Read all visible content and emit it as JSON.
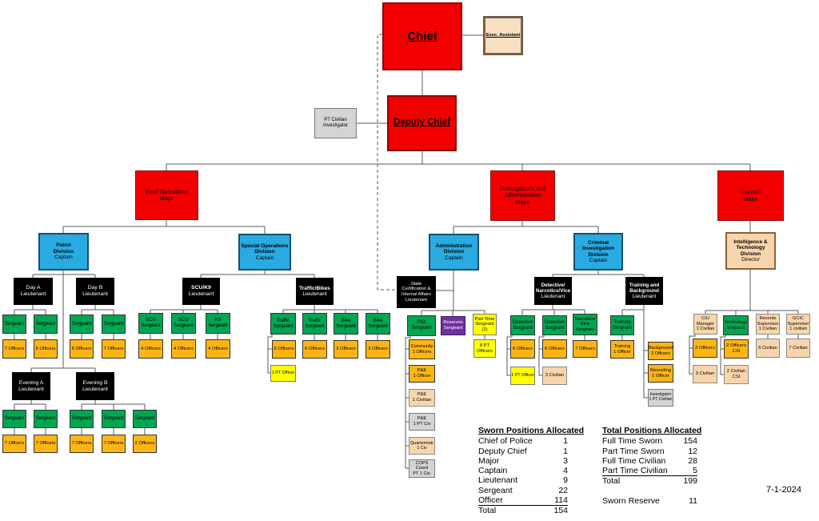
{
  "palette": {
    "red": "#F20000",
    "redBorder": "#8B0000",
    "blue": "#29ABE2",
    "blueBorder": "#15506F",
    "green": "#00A651",
    "gold": "#FCB514",
    "yellow": "#FFFF00",
    "purple": "#7030A0",
    "peach": "#F8D5AD",
    "gray": "#D4D4D4",
    "tan": "#FAE0C3",
    "tanBorder": "#8C6239",
    "line": "#595959"
  },
  "date": "7-1-2024",
  "nodes": [
    {
      "id": "chief",
      "style": "red-big",
      "lines": [
        "Chief"
      ],
      "b": 1,
      "u": 1
    },
    {
      "id": "execAsst",
      "style": "exec",
      "lines": [
        "Exec. Assistant"
      ],
      "b": 1,
      "u": 1
    },
    {
      "id": "deputy",
      "style": "red-big",
      "lines": [
        "Deputy Chief"
      ],
      "b": 1,
      "u": 1
    },
    {
      "id": "ptCivInv",
      "style": "gray",
      "lines": [
        "PT Civilian",
        "Investigator"
      ]
    },
    {
      "id": "fieldOpsMajor",
      "style": "red",
      "lines": [
        "Field Operations",
        "Major"
      ]
    },
    {
      "id": "invAdminMajor",
      "style": "red",
      "lines": [
        "Investigations and",
        "Administration",
        "Major"
      ]
    },
    {
      "id": "supportMajor",
      "style": "red",
      "lines": [
        "Support",
        "Major"
      ]
    },
    {
      "id": "patrolCapt",
      "style": "blue",
      "lines": [
        "Patrol",
        "Division",
        "Captain"
      ],
      "b": 2
    },
    {
      "id": "specOpsCapt",
      "style": "blue",
      "lines": [
        "Special Operations",
        "Division",
        "Captain"
      ],
      "b": 2
    },
    {
      "id": "adminCapt",
      "style": "blue",
      "lines": [
        "Administration",
        "Division",
        "Captain"
      ],
      "b": 2
    },
    {
      "id": "cidCapt",
      "style": "blue",
      "lines": [
        "Criminal",
        "Investigation",
        "Division",
        "Captain"
      ],
      "b": 3
    },
    {
      "id": "intelDir",
      "style": "peach-bold",
      "lines": [
        "Intelligence &",
        "Technology",
        "Division",
        "Director"
      ],
      "b": 3
    },
    {
      "id": "dayALt",
      "style": "black",
      "lines": [
        "Day A",
        "Lieutenant"
      ]
    },
    {
      "id": "dayBLt",
      "style": "black",
      "lines": [
        "Day B",
        "Lieutenant"
      ]
    },
    {
      "id": "scuK9Lt",
      "style": "black",
      "lines": [
        "SCU/K9",
        "Lieutenant"
      ],
      "b": 1
    },
    {
      "id": "trafficLt",
      "style": "black",
      "lines": [
        "Traffic/Bikes",
        "Lieutenant"
      ],
      "b": 1
    },
    {
      "id": "stateCertLt",
      "style": "black",
      "lines": [
        "State",
        "Certification &",
        "Internal Affairs",
        "Lieutenant"
      ]
    },
    {
      "id": "detNarcLt",
      "style": "black",
      "lines": [
        "Detective/",
        "Narcotics/Vice",
        "Lieutenant"
      ],
      "b": 2
    },
    {
      "id": "trainBgLt",
      "style": "black",
      "lines": [
        "Training and",
        "Background",
        "Lieutenant"
      ],
      "b": 2
    },
    {
      "id": "eveALt",
      "style": "black",
      "lines": [
        "Evening A",
        "Lieutenant"
      ]
    },
    {
      "id": "eveBLt",
      "style": "black",
      "lines": [
        "Evening B",
        "Lieutenant"
      ]
    },
    {
      "id": "sgtDA1",
      "style": "green",
      "lines": [
        "Sergeant"
      ]
    },
    {
      "id": "sgtDA2",
      "style": "green",
      "lines": [
        "Sergeant"
      ]
    },
    {
      "id": "sgtDB1",
      "style": "green",
      "lines": [
        "Sergeant"
      ]
    },
    {
      "id": "sgtDB2",
      "style": "green",
      "lines": [
        "Sergeant"
      ]
    },
    {
      "id": "offDA1",
      "style": "gold",
      "lines": [
        "7 Officers"
      ]
    },
    {
      "id": "offDA2",
      "style": "gold",
      "lines": [
        "6 Officers"
      ]
    },
    {
      "id": "offDB1",
      "style": "gold",
      "lines": [
        "6 Officers"
      ]
    },
    {
      "id": "offDB2",
      "style": "gold",
      "lines": [
        "7 Officers"
      ]
    },
    {
      "id": "sgtEA1",
      "style": "green",
      "lines": [
        "Sergeant"
      ]
    },
    {
      "id": "sgtEA2",
      "style": "green",
      "lines": [
        "Sergeant"
      ]
    },
    {
      "id": "sgtEB1",
      "style": "green",
      "lines": [
        "Sergeant"
      ]
    },
    {
      "id": "sgtEB2",
      "style": "green",
      "lines": [
        "Sergeant"
      ]
    },
    {
      "id": "sgtEB3",
      "style": "green",
      "lines": [
        "Sergeant"
      ]
    },
    {
      "id": "offEA1",
      "style": "gold",
      "lines": [
        "7 Officers"
      ]
    },
    {
      "id": "offEA2",
      "style": "gold",
      "lines": [
        "7 Officers"
      ]
    },
    {
      "id": "offEB1",
      "style": "gold",
      "lines": [
        "7 Officers"
      ]
    },
    {
      "id": "offEB2",
      "style": "gold",
      "lines": [
        "7 Officers"
      ]
    },
    {
      "id": "offEB3",
      "style": "gold",
      "lines": [
        "2 Officers"
      ]
    },
    {
      "id": "scuSgt1",
      "style": "green",
      "lines": [
        "SCU",
        "Sergeant"
      ]
    },
    {
      "id": "scuSgt2",
      "style": "green",
      "lines": [
        "SCU",
        "Sergeant"
      ]
    },
    {
      "id": "k9Sgt",
      "style": "green",
      "lines": [
        "K9",
        "Sergeant"
      ]
    },
    {
      "id": "scuOff1",
      "style": "gold",
      "lines": [
        "4 Officers"
      ]
    },
    {
      "id": "scuOff2",
      "style": "gold",
      "lines": [
        "4 Officers"
      ]
    },
    {
      "id": "k9Off",
      "style": "gold",
      "lines": [
        "4 Officers"
      ]
    },
    {
      "id": "trSgt1",
      "style": "green",
      "lines": [
        "Traffic",
        "Sergeant"
      ]
    },
    {
      "id": "trSgt2",
      "style": "green",
      "lines": [
        "Traffic",
        "Sergeant"
      ]
    },
    {
      "id": "bkSgt1",
      "style": "green",
      "lines": [
        "Bike",
        "Sergeant"
      ]
    },
    {
      "id": "bkSgt2",
      "style": "green",
      "lines": [
        "Bike",
        "Sergeant"
      ]
    },
    {
      "id": "trOff1",
      "style": "gold",
      "lines": [
        "5 Officers"
      ]
    },
    {
      "id": "trPT",
      "style": "yellow",
      "lines": [
        "1 PT Officer"
      ]
    },
    {
      "id": "trOff2",
      "style": "gold",
      "lines": [
        "6 Officers"
      ]
    },
    {
      "id": "bkOff1",
      "style": "gold",
      "lines": [
        "3 Officers"
      ]
    },
    {
      "id": "bkOff2",
      "style": "gold",
      "lines": [
        "3 Officers"
      ]
    },
    {
      "id": "pioSgt",
      "style": "green",
      "lines": [
        "PIO",
        "Sergeant"
      ]
    },
    {
      "id": "resSgt",
      "style": "purple",
      "lines": [
        "Reserves",
        "Sergeant"
      ]
    },
    {
      "id": "ptSgt",
      "style": "yellow",
      "lines": [
        "Part Time",
        "Sergeant",
        "(2)"
      ]
    },
    {
      "id": "pt8Off",
      "style": "yellow",
      "lines": [
        "8 PT",
        "Officers"
      ]
    },
    {
      "id": "community",
      "style": "gold",
      "lines": [
        "Community",
        "1 Officers"
      ]
    },
    {
      "id": "peOff",
      "style": "gold",
      "lines": [
        "P&E",
        "1 Officer"
      ]
    },
    {
      "id": "peCiv",
      "style": "peach",
      "lines": [
        "P&E",
        "1 Civilian"
      ]
    },
    {
      "id": "pePtCiv",
      "style": "gray",
      "lines": [
        "P&E",
        "1 PT Civ"
      ]
    },
    {
      "id": "quarterm",
      "style": "peach",
      "lines": [
        "Quartermstr",
        "1 Civ"
      ]
    },
    {
      "id": "cops",
      "style": "gray",
      "lines": [
        "COPS",
        "Coord",
        "PT 1 Civ."
      ]
    },
    {
      "id": "detSgt1",
      "style": "green",
      "lines": [
        "Detective",
        "Sergeant"
      ]
    },
    {
      "id": "detSgt2",
      "style": "green",
      "lines": [
        "Detective",
        "Sergeant"
      ]
    },
    {
      "id": "narcSgt",
      "style": "green",
      "lines": [
        "Narcotics/",
        "Vice",
        "Sergeant"
      ]
    },
    {
      "id": "detOff1",
      "style": "gold",
      "lines": [
        "6 Officers"
      ]
    },
    {
      "id": "detOff2",
      "style": "gold",
      "lines": [
        "6 Officers"
      ]
    },
    {
      "id": "narcOff",
      "style": "gold",
      "lines": [
        "7 Officers"
      ]
    },
    {
      "id": "detPT",
      "style": "yellow",
      "lines": [
        "1 PT Officer"
      ]
    },
    {
      "id": "detCiv",
      "style": "peach",
      "lines": [
        "3 Civilian"
      ]
    },
    {
      "id": "trnSgt",
      "style": "green",
      "lines": [
        "Training",
        "Sergeant"
      ]
    },
    {
      "id": "trnOff",
      "style": "gold",
      "lines": [
        "Training",
        "1 Officer"
      ]
    },
    {
      "id": "bgOff",
      "style": "gold",
      "lines": [
        "Background",
        "2 Officers"
      ]
    },
    {
      "id": "recOff",
      "style": "gold",
      "lines": [
        "Recruiting",
        "1 Officer"
      ]
    },
    {
      "id": "invPtCiv",
      "style": "gray",
      "lines": [
        "Investigator",
        "1 PT Civilian"
      ]
    },
    {
      "id": "ciuMgr",
      "style": "peach",
      "lines": [
        "CIU",
        "Manager",
        "1 Civilian"
      ]
    },
    {
      "id": "techSgt",
      "style": "green",
      "lines": [
        "Technology",
        "Sergeant"
      ]
    },
    {
      "id": "recSup",
      "style": "peach",
      "lines": [
        "Records",
        "Supervisor",
        "1 Civilian"
      ]
    },
    {
      "id": "gcicSup",
      "style": "peach",
      "lines": [
        "GCIC",
        "Supervisor",
        "1 civilian"
      ]
    },
    {
      "id": "ciuOff",
      "style": "gold",
      "lines": [
        "2 Officers"
      ]
    },
    {
      "id": "csiOff",
      "style": "gold",
      "lines": [
        "2 Officers",
        "CSI"
      ]
    },
    {
      "id": "rec6Civ",
      "style": "peach",
      "lines": [
        "6 Civilian"
      ]
    },
    {
      "id": "gcic7Civ",
      "style": "peach",
      "lines": [
        "7 Civilian"
      ]
    },
    {
      "id": "ciu3Civ",
      "style": "peach",
      "lines": [
        "3 Civilian"
      ]
    },
    {
      "id": "csi2Civ",
      "style": "peach",
      "lines": [
        "2 Civilian",
        "CSI"
      ]
    }
  ],
  "tables": {
    "sworn": {
      "title": "Sworn Positions Allocated",
      "rows": [
        {
          "label": "Chief of Police",
          "value": "1"
        },
        {
          "label": "Deputy Chief",
          "value": "1"
        },
        {
          "label": "Major",
          "value": "3"
        },
        {
          "label": "Captain",
          "value": "4"
        },
        {
          "label": "Lieutenant",
          "value": "9"
        },
        {
          "label": "Sergeant",
          "value": "22"
        },
        {
          "label": "Officer",
          "value": "114",
          "underline": true
        },
        {
          "label": "Total",
          "value": "154"
        }
      ]
    },
    "total": {
      "title": "Total Positions Allocated",
      "rows": [
        {
          "label": "Full Time Sworn",
          "value": "154"
        },
        {
          "label": "Part Time Sworn",
          "value": "12"
        },
        {
          "label": "Full Time Civilian",
          "value": "28"
        },
        {
          "label": "Part Time Civilian",
          "value": "5",
          "underline": true
        },
        {
          "label": "Total",
          "value": "199"
        },
        {
          "label": "",
          "value": ""
        },
        {
          "label": "Sworn Reserve",
          "value": "11"
        }
      ]
    }
  }
}
